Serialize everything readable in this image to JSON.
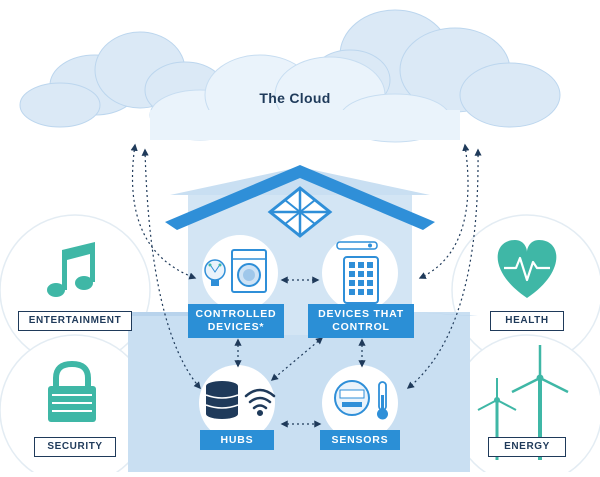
{
  "cloud": {
    "title": "The Cloud"
  },
  "nodes": {
    "controlled_devices": {
      "line1": "CONTROLLED",
      "line2": "DEVICES*"
    },
    "devices_that_control": {
      "line1": "DEVICES THAT",
      "line2": "CONTROL"
    },
    "hubs": {
      "label": "HUBS"
    },
    "sensors": {
      "label": "SENSORS"
    }
  },
  "categories": {
    "entertainment": "ENTERTAINMENT",
    "security": "SECURITY",
    "health": "HEALTH",
    "energy": "ENERGY"
  },
  "colors": {
    "house": "#c9dff2",
    "house_light": "#dcebf7",
    "roof": "#2f8fd8",
    "cloud": "#d7e8f6",
    "node_fill": "#2b8fd6",
    "icon_teal": "#3fb7a6",
    "dark_navy": "#1f3a5a",
    "circle_stroke": "#e3ecf3"
  }
}
